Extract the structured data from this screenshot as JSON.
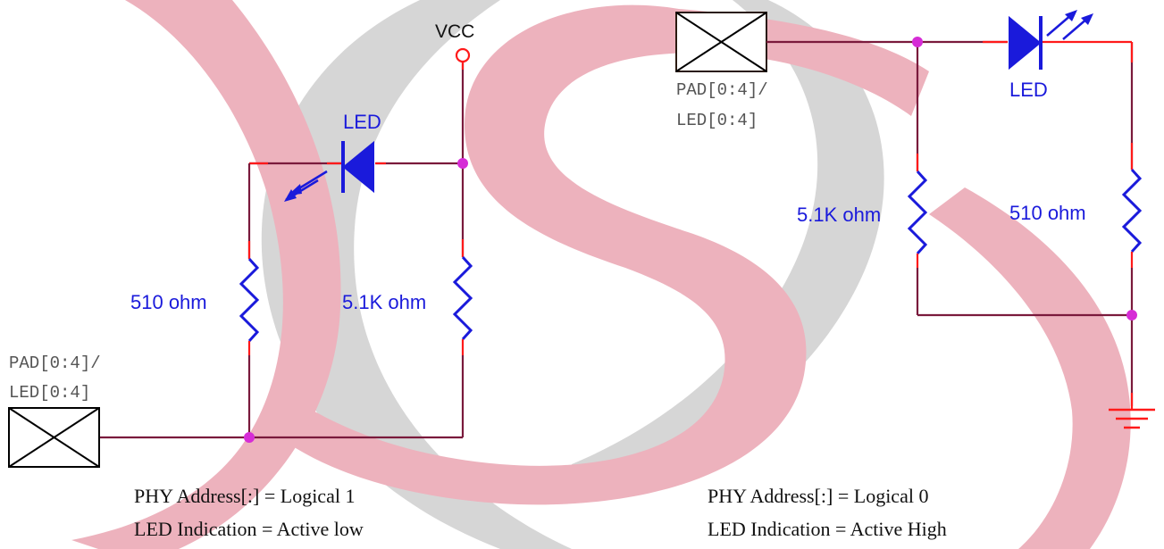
{
  "left_circuit": {
    "vcc_label": "VCC",
    "led_label": "LED",
    "resistor_a_label": "510 ohm",
    "resistor_b_label": "5.1K ohm",
    "pad_label_line1": "PAD[0:4]/",
    "pad_label_line2": "LED[0:4]",
    "caption_line1": "PHY Address[:] = Logical 1",
    "caption_line2": "LED Indication = Active low"
  },
  "right_circuit": {
    "led_label": "LED",
    "resistor_a_label": "5.1K ohm",
    "resistor_b_label": "510 ohm",
    "pad_label_line1": "PAD[0:4]/",
    "pad_label_line2": "LED[0:4]",
    "caption_line1": "PHY Address[:] = Logical 0",
    "caption_line2": "LED Indication = Active High"
  },
  "colors": {
    "wire": "#7a1a3c",
    "wire_end": "#ff1a1a",
    "component": "#1a1adb",
    "junction": "#d62cd6",
    "watermark_red": "#e8a0ad",
    "watermark_gray": "#c8c8c8"
  }
}
